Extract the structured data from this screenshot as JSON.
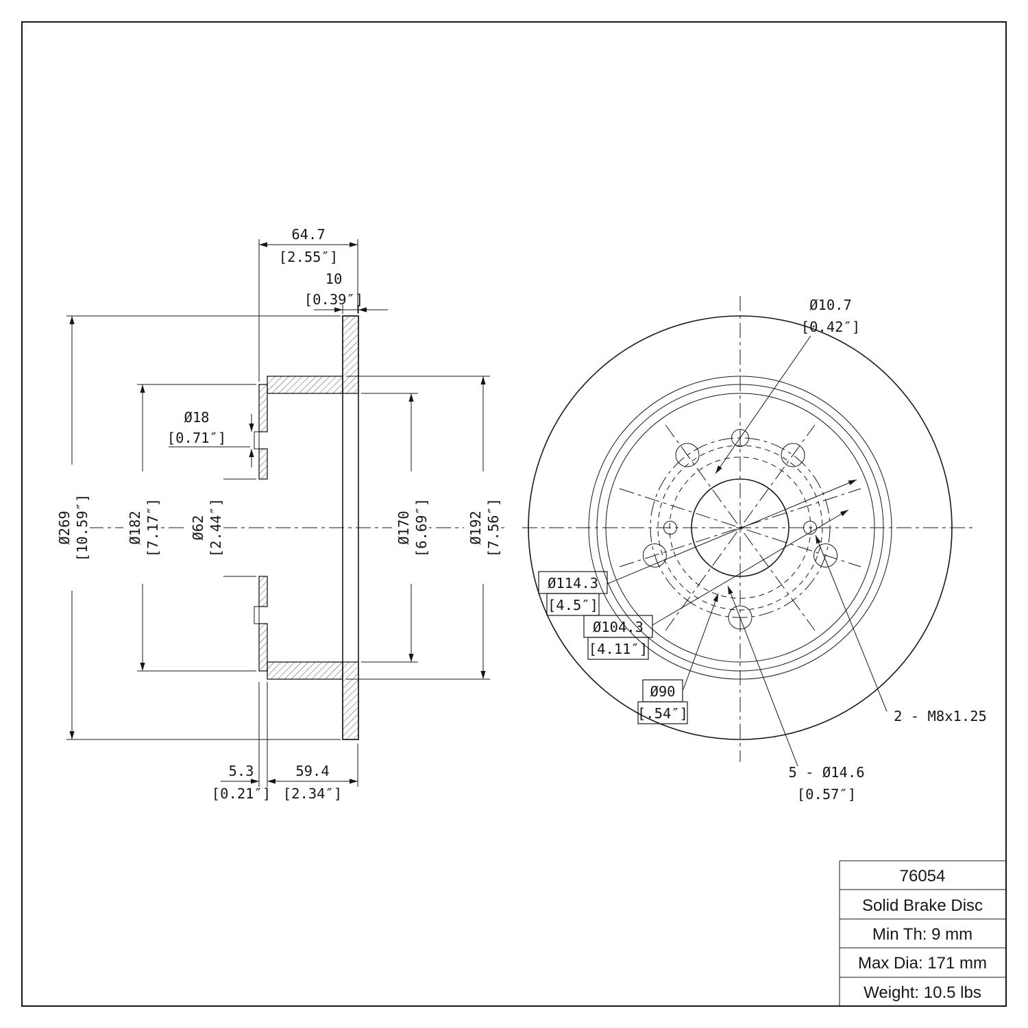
{
  "section": {
    "outer": {
      "mm": "Ø269",
      "in": "[10.59″]"
    },
    "hat": {
      "mm": "Ø182",
      "in": "[7.17″]"
    },
    "bore": {
      "mm": "Ø62",
      "in": "[2.44″]"
    },
    "inner": {
      "mm": "Ø170",
      "in": "[6.69″]"
    },
    "hat_outer": {
      "mm": "Ø192",
      "in": "[7.56″]"
    },
    "width": {
      "mm": "64.7",
      "in": "[2.55″]"
    },
    "thickness": {
      "mm": "10",
      "in": "[0.39″]"
    },
    "hole": {
      "mm": "Ø18",
      "in": "[0.71″]"
    },
    "face": {
      "mm": "5.3",
      "in": "[0.21″]"
    },
    "depth": {
      "mm": "59.4",
      "in": "[2.34″]"
    }
  },
  "front": {
    "small_hole": {
      "mm": "Ø10.7",
      "in": "[0.42″]"
    },
    "bc_114": {
      "mm": "Ø114.3",
      "in": "[4.5″]"
    },
    "c_104": {
      "mm": "Ø104.3",
      "in": "[4.11″]"
    },
    "c_90": {
      "mm": "Ø90",
      "in": "[.54″]"
    },
    "thread": "2 - M8x1.25",
    "lug": {
      "mm": "5 - Ø14.6",
      "in": "[0.57″]"
    }
  },
  "title_block": {
    "rows": [
      "76054",
      "Solid Brake Disc",
      "Min Th: 9 mm",
      "Max Dia: 171 mm",
      "Weight: 10.5 lbs"
    ]
  }
}
